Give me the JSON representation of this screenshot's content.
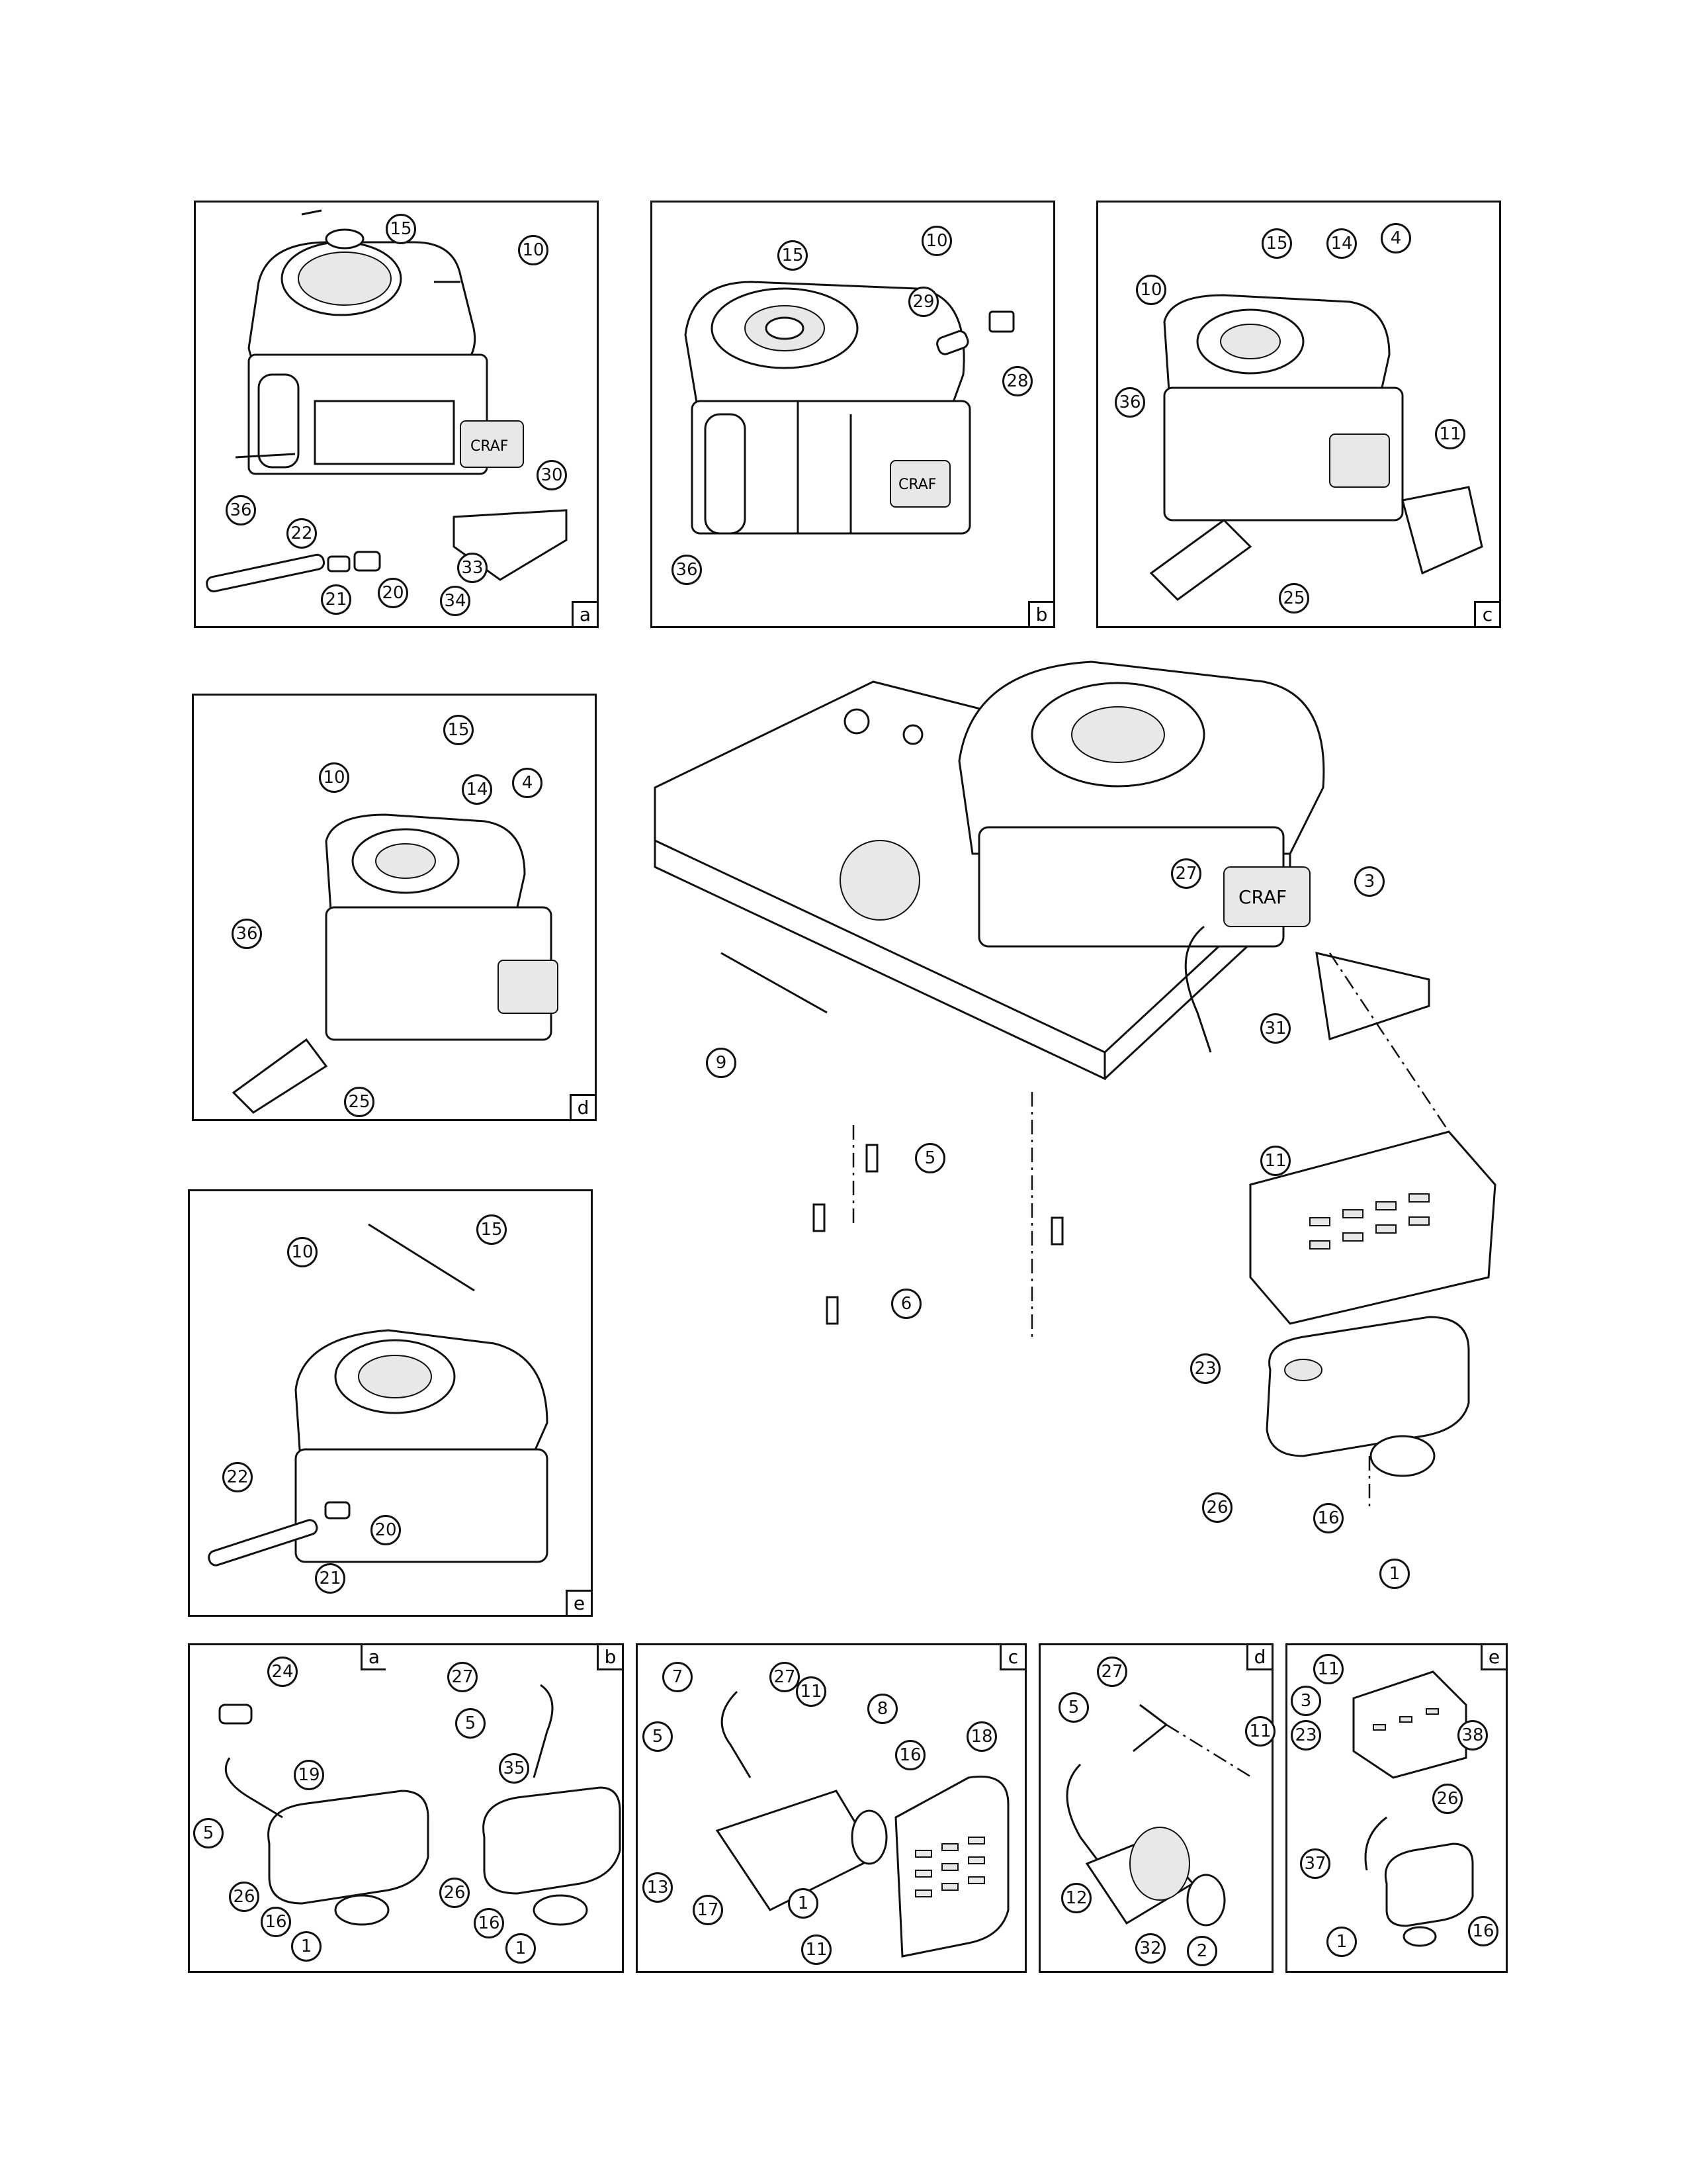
{
  "panel_letters": {
    "top_a": "a",
    "top_b": "b",
    "top_c": "c",
    "mid_d": "d",
    "mid_e": "e",
    "bot_a": "a",
    "bot_b": "b",
    "bot_c": "c",
    "bot_d": "d",
    "bot_e": "e"
  },
  "engine_label": "CRAF",
  "callouts": {
    "ta": [
      "15",
      "10",
      "36",
      "30",
      "22",
      "20",
      "33",
      "21",
      "34"
    ],
    "tb": [
      "15",
      "10",
      "29",
      "28",
      "36"
    ],
    "tc": [
      "15",
      "10",
      "14",
      "4",
      "36",
      "11",
      "25"
    ],
    "md": [
      "15",
      "10",
      "4",
      "14",
      "36",
      "25"
    ],
    "me": [
      "10",
      "15",
      "22",
      "20",
      "21"
    ],
    "main": [
      "27",
      "3",
      "9",
      "31",
      "5",
      "11",
      "6",
      "23",
      "26",
      "16",
      "1"
    ],
    "ba": [
      "24",
      "19",
      "5",
      "26",
      "16",
      "1"
    ],
    "bb": [
      "27",
      "5",
      "35",
      "26",
      "16",
      "1"
    ],
    "bc": [
      "7",
      "27",
      "11",
      "8",
      "5",
      "16",
      "18",
      "13",
      "17",
      "1",
      "11"
    ],
    "bd": [
      "27",
      "5",
      "11",
      "12",
      "32",
      "2"
    ],
    "be": [
      "11",
      "3",
      "23",
      "38",
      "26",
      "37",
      "1",
      "16"
    ]
  }
}
